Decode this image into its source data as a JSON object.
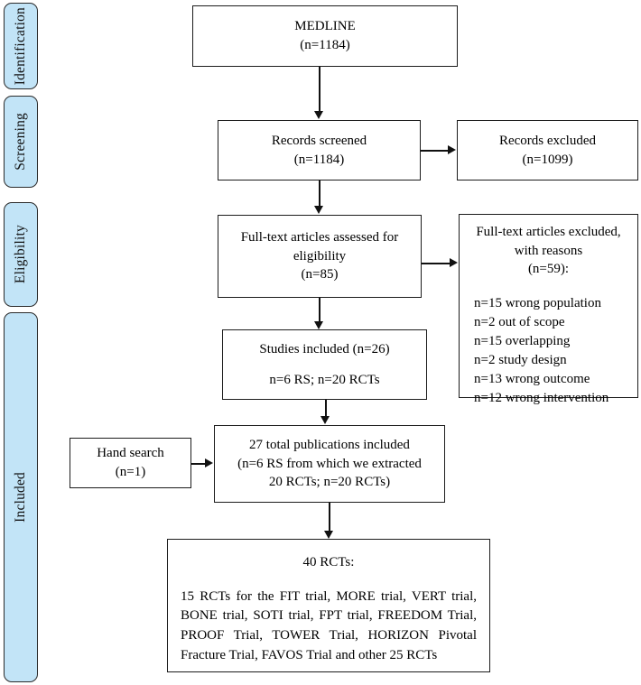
{
  "diagram": {
    "title": "PRISMA study selection flow diagram",
    "accent_color": "#c2e4f7",
    "line_color": "#111111",
    "box_border_color": "#1c1c1c",
    "background": "#ffffff"
  },
  "stages": [
    {
      "id": "identification",
      "label": "Identification"
    },
    {
      "id": "screening",
      "label": "Screening"
    },
    {
      "id": "eligibility",
      "label": "Eligibility"
    },
    {
      "id": "included",
      "label": "Included"
    }
  ],
  "boxes": {
    "medline": {
      "line1": "MEDLINE",
      "line2": "(n=1184)"
    },
    "records_screened": {
      "line1": "Records screened",
      "line2": "(n=1184)"
    },
    "records_excluded": {
      "line1": "Records excluded",
      "line2": "(n=1099)"
    },
    "fulltext_assessed": {
      "line1": "Full-text articles assessed for",
      "line2": "eligibility",
      "line3": "(n=85)"
    },
    "fulltext_excluded": {
      "line1": "Full-text articles excluded,",
      "line2": "with reasons",
      "line3": "(n=59):",
      "reasons": [
        "n=15 wrong population",
        "n=2 out of scope",
        "n=15 overlapping",
        "n=2 study design",
        "n=13 wrong outcome",
        "n=12 wrong intervention"
      ]
    },
    "studies_included": {
      "line1": "Studies included (n=26)",
      "line2": "n=6 RS; n=20 RCTs"
    },
    "hand_search": {
      "line1": "Hand search",
      "line2": "(n=1)"
    },
    "total_publications": {
      "line1": "27 total publications included",
      "line2": "(n=6 RS from which we extracted",
      "line3": "20 RCTs; n=20 RCTs)"
    },
    "final_rcts": {
      "title": "40 RCTs:",
      "body": "15 RCTs for the FIT trial, MORE trial, VERT trial, BONE trial, SOTI trial, FPT trial, FREEDOM Trial, PROOF Trial, TOWER Trial, HORIZON Pivotal Fracture Trial, FAVOS Trial and other 25 RCTs"
    }
  },
  "counts": {
    "medline_records": 1184,
    "records_screened": 1184,
    "records_excluded": 1099,
    "fulltext_assessed": 85,
    "fulltext_excluded": 59,
    "studies_included": 26,
    "systematic_reviews_included": 6,
    "rcts_included": 20,
    "hand_search": 1,
    "total_publications": 27,
    "final_rcts": 40,
    "rcts_for_named_trials": 15,
    "other_rcts": 25,
    "exclusion_reason_counts": {
      "wrong_population": 15,
      "out_of_scope": 2,
      "overlapping": 15,
      "study_design": 2,
      "wrong_outcome": 13,
      "wrong_intervention": 12
    }
  }
}
